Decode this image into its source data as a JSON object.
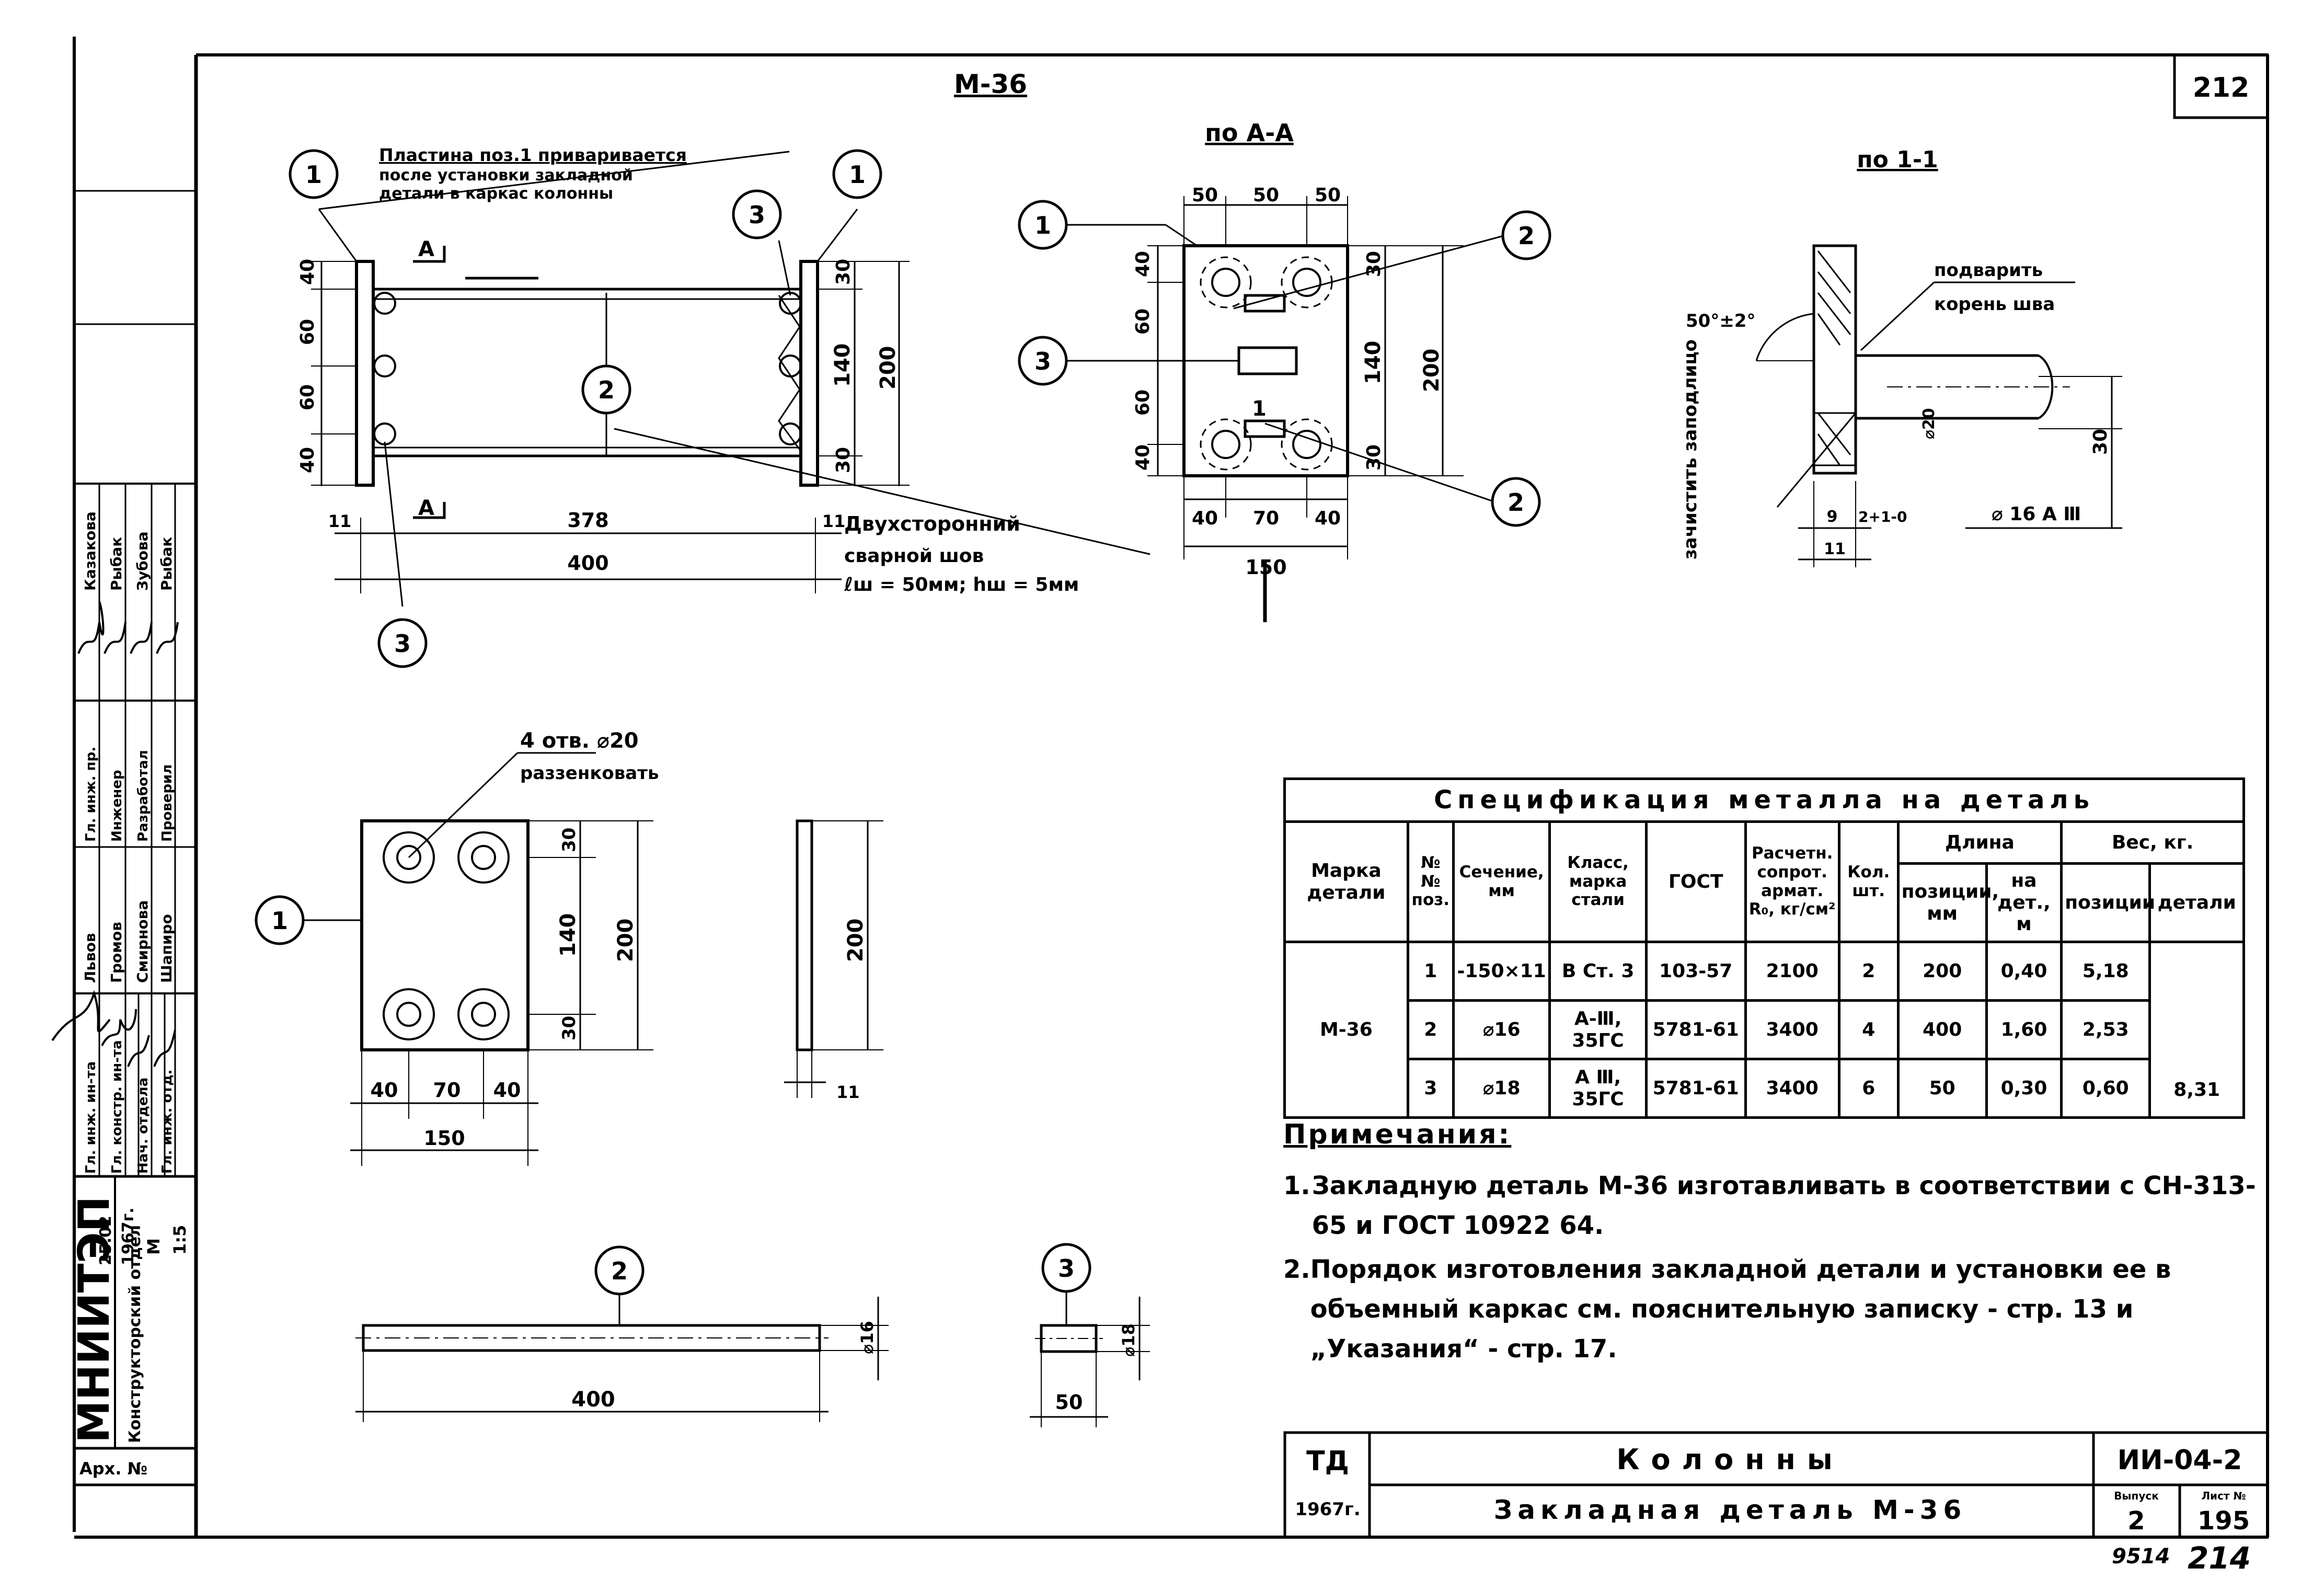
{
  "page_number": "212",
  "views": {
    "main_title": "М-36",
    "section_aa_title": "по А-А",
    "section_11_title": "по 1-1",
    "note_plate": [
      "Пластина поз.1 приваривается",
      "после установки закладной",
      "детали в каркас колонны"
    ],
    "section_mark_a": "А",
    "section_mark_1": "1",
    "weld_note": [
      "Двухсторонний",
      "сварной шов",
      "ℓш = 50мм; hш = 5мм"
    ],
    "holes_note": [
      "4 отв. ⌀20",
      "раззенковать"
    ],
    "weld_11_note": [
      "подварить",
      "корень шва"
    ],
    "weld_11_angle": "50°±2°",
    "side_note": "зачистить заподлицо",
    "rebar_label": "⌀ 16 А Ⅲ"
  },
  "positions": {
    "p1": "1",
    "p2": "2",
    "p3": "3"
  },
  "dims": {
    "d40": "40",
    "d60": "60",
    "d30": "30",
    "d140": "140",
    "d200": "200",
    "d11": "11",
    "d378": "378",
    "d400": "400",
    "d50": "50",
    "d70": "70",
    "d150": "150",
    "d9": "9",
    "d2_1_0": "2+1-0",
    "d16": "⌀16",
    "d18": "⌀18",
    "d20": "⌀20"
  },
  "spec_table": {
    "title": "Спецификация металла на деталь",
    "headers": {
      "mark": "Марка детали",
      "pos": "№№ поз.",
      "section": "Сечение, мм",
      "steel": "Класс, марка стали",
      "gost": "ГОСТ",
      "resist": "Расчетн. сопрот. армат. R₀, кг/см²",
      "qty": "Кол. шт.",
      "length": "Длина",
      "len_pos": "позиции, мм",
      "len_det": "на дет., м",
      "weight": "Вес, кг.",
      "w_pos": "позиции",
      "w_det": "детали"
    },
    "mark_value": "М-36",
    "rows": [
      {
        "pos": "1",
        "section": "-150×11",
        "steel": "В Ст. 3",
        "gost": "103-57",
        "resist": "2100",
        "qty": "2",
        "len_pos": "200",
        "len_det": "0,40",
        "w_pos": "5,18"
      },
      {
        "pos": "2",
        "section": "⌀16",
        "steel": "А-Ⅲ, 35ГС",
        "gost": "5781-61",
        "resist": "3400",
        "qty": "4",
        "len_pos": "400",
        "len_det": "1,60",
        "w_pos": "2,53"
      },
      {
        "pos": "3",
        "section": "⌀18",
        "steel": "А Ⅲ, 35ГС",
        "gost": "5781-61",
        "resist": "3400",
        "qty": "6",
        "len_pos": "50",
        "len_det": "0,30",
        "w_pos": "0,60"
      }
    ],
    "w_det_total": "8,31"
  },
  "notes": {
    "title": "Примечания:",
    "items": [
      {
        "num": "1.",
        "text": "Закладную деталь М-36 изготавливать в соответствии с СН-313-65 и ГОСТ 10922 64."
      },
      {
        "num": "2.",
        "text": "Порядок изготовления закладной детали и установки ее в объемный каркас см. пояснительную записку - стр. 13 и „Указания“ - стр. 17."
      }
    ]
  },
  "title_block": {
    "org": "ТД",
    "year": "1967г.",
    "title": "Колонны",
    "subtitle": "Закладная деталь М-36",
    "code": "ИИ-04-2",
    "issue_label": "Выпуск",
    "issue": "2",
    "sheet_label": "Лист №",
    "sheet": "195",
    "bottom_num": "9514",
    "bottom_hand": "214"
  },
  "left_stamp": {
    "org": "МНИИТЭП",
    "dept": "Конструкторский отдел",
    "date": "25.02",
    "year": "1967г.",
    "m": "М",
    "scale": "1:5",
    "arch": "Арх. №",
    "roles": [
      "Гл. инж. ин-та",
      "Гл. констр. ин-та",
      "Нач. отдела",
      "Гл. инж. отд."
    ],
    "names": [
      "Львов",
      "Громов",
      "Смирнова",
      "Шапиро"
    ],
    "roles2": [
      "Гл. инж. пр.",
      "Инженер",
      "Разработал",
      "Проверил"
    ],
    "names2": [
      "Казакова",
      "Рыбак",
      "Зубова",
      "Рыбак"
    ]
  }
}
